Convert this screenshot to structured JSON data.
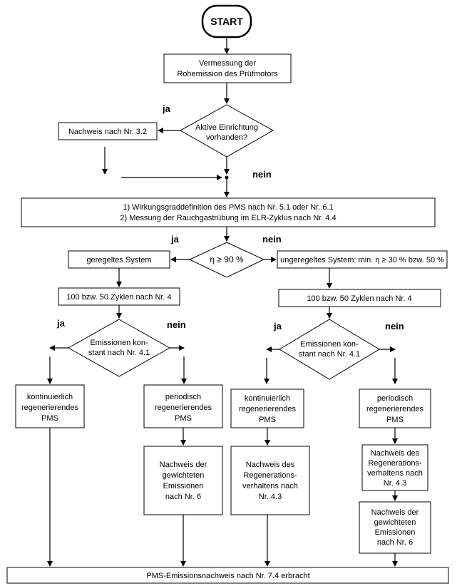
{
  "start": "START",
  "vermessung": [
    "Vermessung der",
    "Rohemission des Prüfmotors"
  ],
  "aktive": [
    "Aktive Einrichtung",
    "vorhanden?"
  ],
  "nachweis_32": "Nachweis nach Nr. 3.2",
  "wirkungsgrad": [
    "1) Wirkungsgraddefinition des PMS nach Nr. 5.1 oder Nr. 6.1",
    "2) Messung der Rauchgastrübung im ELR-Zyklus nach Nr. 4.4"
  ],
  "eta": "η ≥ 90 %",
  "geregelt": "geregeltes System",
  "ungeregelt": "ungeregeltes System: min. η ≥ 30 % bzw. 50 %",
  "zyklen": "100 bzw. 50 Zyklen nach Nr. 4",
  "emissionen": [
    "Emissionen kon-",
    "stant nach Nr. 4.1"
  ],
  "kontinuierlich": [
    "kontinuierlich",
    "regenerierendes",
    "PMS"
  ],
  "periodisch": [
    "periodisch",
    "regenerierendes",
    "PMS"
  ],
  "gewichtet": [
    "Nachweis der",
    "gewichteten",
    "Emissionen",
    "nach Nr. 6"
  ],
  "regeneration_mid": [
    "Nachweis des",
    "Regenerations-",
    "verhaltens nach",
    "Nr. 4.3"
  ],
  "regeneration_right": [
    "Nachweis des",
    "Regenerations-",
    "verhaltens nach",
    "Nr. 4.3"
  ],
  "final": "PMS-Emissionsnachweis nach Nr. 7.4 erbracht",
  "ja": "ja",
  "nein": "nein"
}
